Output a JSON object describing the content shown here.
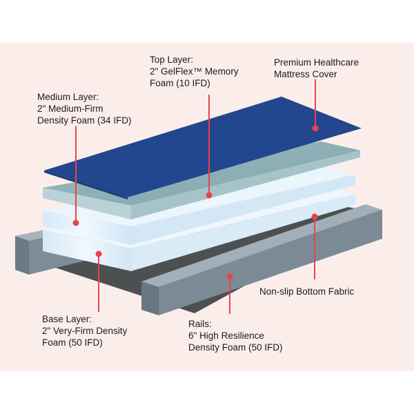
{
  "labels": {
    "top_layer": [
      "Top Layer:",
      "2\" GelFlex™ Memory",
      "Foam (10 IFD)"
    ],
    "cover": [
      "Premium Healthcare",
      "Mattress Cover"
    ],
    "medium_layer": [
      "Medium Layer:",
      "2\" Medium-Firm",
      "Density Foam (34 IFD)"
    ],
    "fabric": [
      "Non-slip Bottom Fabric"
    ],
    "base_layer": [
      "Base Layer:",
      "2\" Very-Firm Density",
      "Foam (50 IFD)"
    ],
    "rails": [
      "Rails:",
      "6\" High Resilience",
      "Density Foam (50 IFD)"
    ]
  },
  "colors": {
    "background_panel": "#fbeeea",
    "cover": "#24478f",
    "top_foam": "#8fb0b7",
    "light_foam": "#e4f1fb",
    "rails": "#6f7f8b",
    "fabric": "#505354",
    "marker": "#e8434b"
  }
}
